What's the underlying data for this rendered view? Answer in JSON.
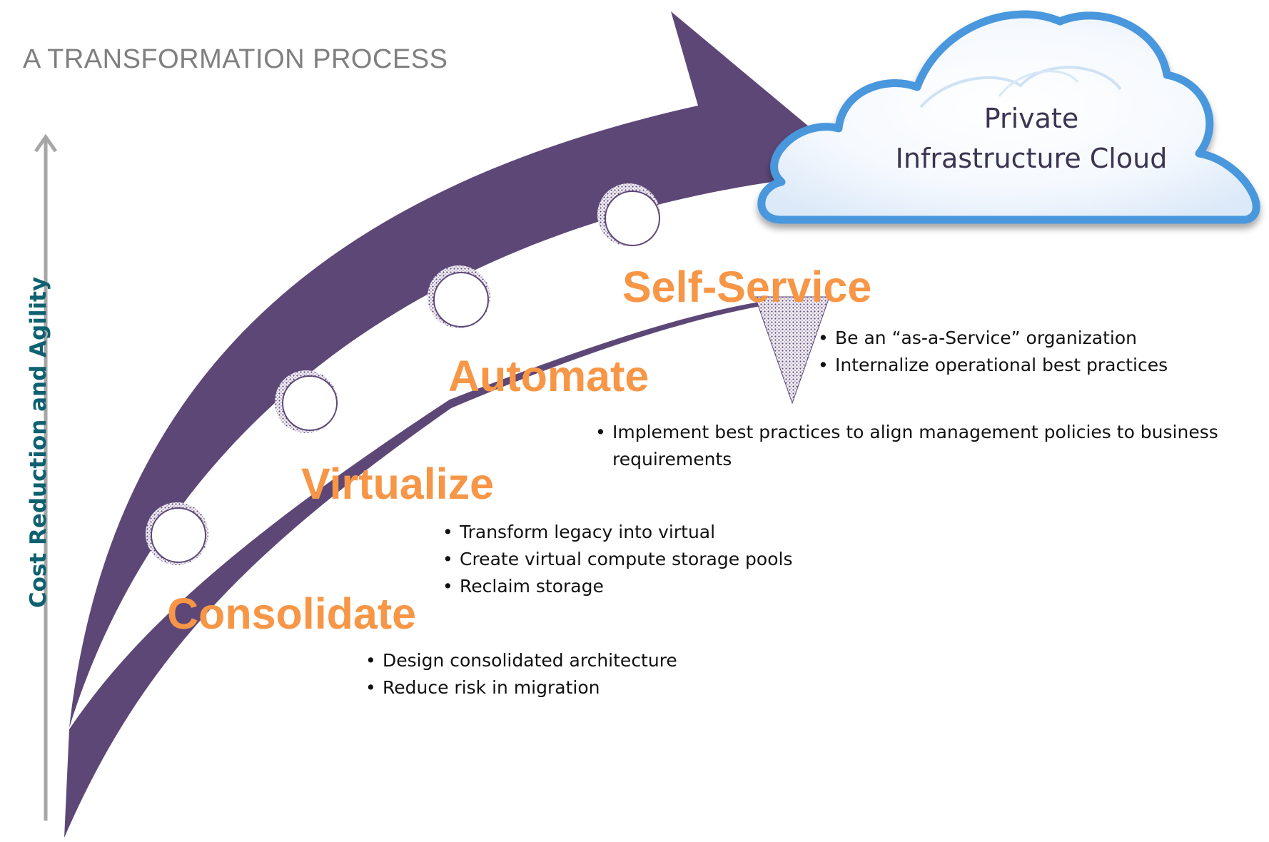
{
  "title": "A TRANSFORMATION PROCESS",
  "y_axis_label": "Cost Reduction and Agility",
  "cloud": {
    "line1": "Private",
    "line2": "Infrastructure Cloud"
  },
  "stages": [
    {
      "name": "Consolidate",
      "bullets": [
        "Design consolidated architecture",
        "Reduce risk in migration"
      ]
    },
    {
      "name": "Virtualize",
      "bullets": [
        "Transform legacy into virtual",
        "Create virtual compute storage pools",
        "Reclaim storage"
      ]
    },
    {
      "name": "Automate",
      "bullets": [
        "Implement best practices to align management policies to business requirements"
      ]
    },
    {
      "name": "Self-Service",
      "bullets": [
        "Be an “as-a-Service” organization",
        "Internalize operational best practices"
      ]
    }
  ],
  "colors": {
    "arrow": "#5d4777",
    "stage_text": "#f79646",
    "axis_label": "#0e6170",
    "title_text": "#7f7f7f",
    "cloud_outline": "#4a97dd"
  }
}
